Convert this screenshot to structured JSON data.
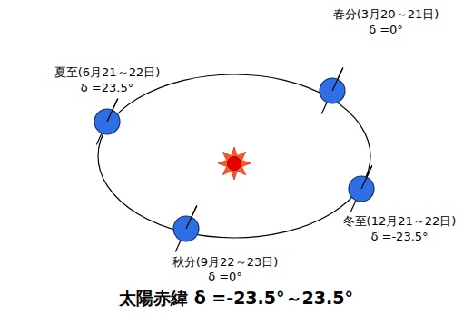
{
  "diagram": {
    "caption": "太陽赤緯 δ =-23.5°～23.5°",
    "labels": [
      "春分(3月20～21日)",
      "δ =0°",
      "夏至(6月21～22日)",
      "δ =23.5°",
      "冬至(12月21～22日)",
      "δ =-23.5°",
      "秋分(9月22～23日)",
      "δ =0°"
    ]
  }
}
